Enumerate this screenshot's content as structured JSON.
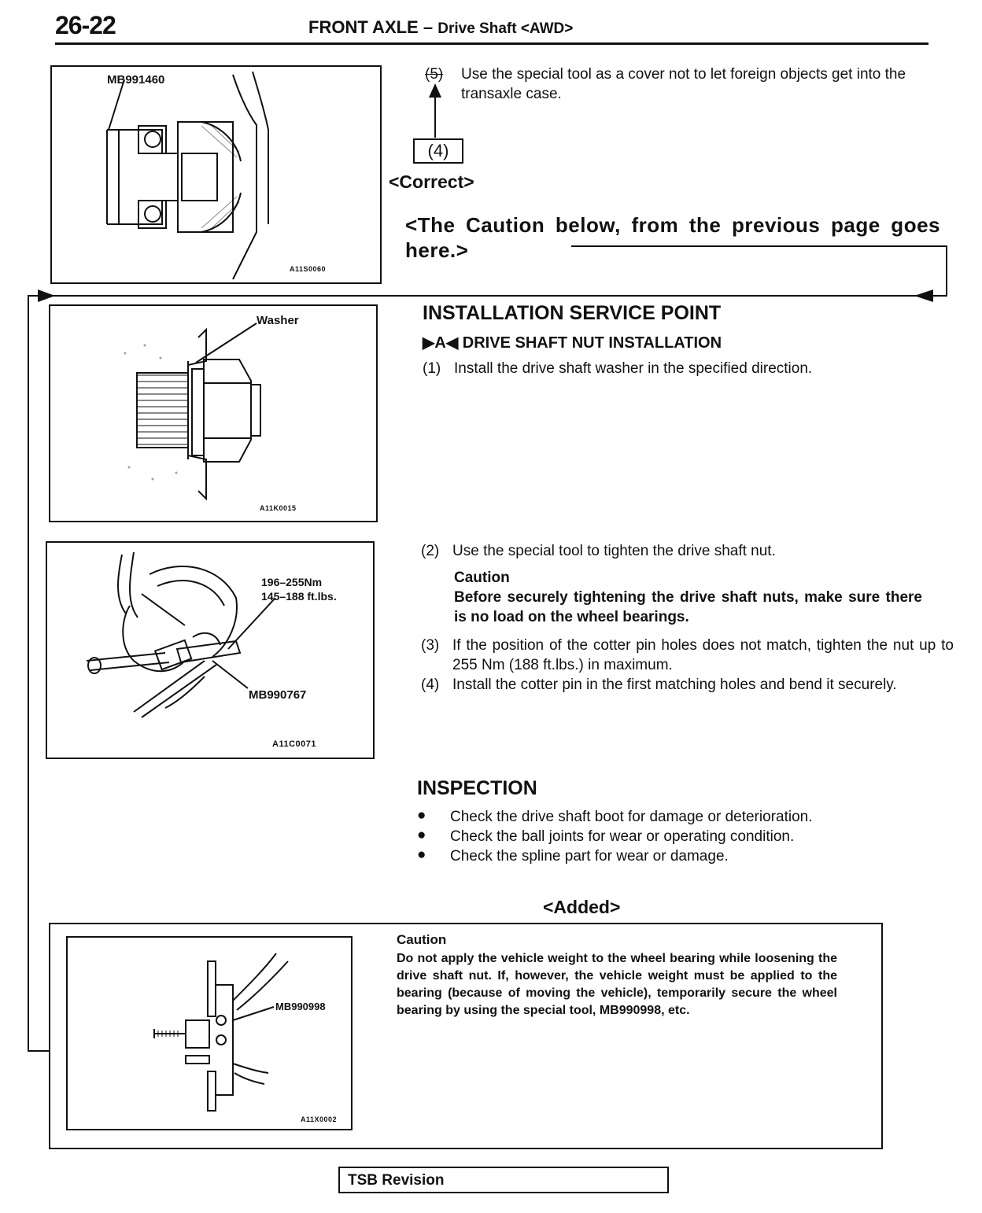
{
  "header": {
    "page_number": "26-22",
    "section": "FRONT AXLE",
    "dash": "–",
    "subtitle": "Drive Shaft <AWD>"
  },
  "figures": {
    "fig1": {
      "tool": "MB991460",
      "code": "A11S0060"
    },
    "fig2": {
      "label": "Washer",
      "code": "A11K0015"
    },
    "fig3": {
      "torque_nm": "196–255Nm",
      "torque_ftlbs": "145–188 ft.lbs.",
      "tool": "MB990767",
      "code": "A11C0071"
    },
    "fig4": {
      "tool": "MB990998",
      "code": "A11X0002"
    }
  },
  "top_note": {
    "step_marker": "(5)",
    "text": "Use the special tool as a cover not to let foreign objects get into the transaxle case.",
    "box": "(4)",
    "correct": "<Correct>",
    "move_note": "<The Caution below, from the previous page goes here.>"
  },
  "installation": {
    "heading": "INSTALLATION SERVICE POINT",
    "sub_marker": "A",
    "sub_heading": "DRIVE SHAFT NUT INSTALLATION",
    "step1_num": "(1)",
    "step1": "Install the drive shaft washer in the specified direction.",
    "step2_num": "(2)",
    "step2": "Use the special tool to tighten the drive shaft nut.",
    "caution_title": "Caution",
    "caution_text": "Before securely tightening the drive shaft nuts, make sure there is no load on the wheel bearings.",
    "step3_num": "(3)",
    "step3": "If the position of the cotter pin holes does not match, tighten the nut up to 255 Nm (188 ft.lbs.) in maximum.",
    "step4_num": "(4)",
    "step4": "Install the cotter pin in the first matching holes and bend it securely."
  },
  "inspection": {
    "heading": "INSPECTION",
    "items": [
      "Check the drive shaft boot for damage or deterioration.",
      "Check the ball joints for wear or operating condition.",
      "Check the spline part for wear or damage."
    ]
  },
  "added": {
    "label": "<Added>",
    "caution_title": "Caution",
    "caution_text": "Do not apply the vehicle weight to the wheel bearing while loosening the drive shaft nut. If, however, the vehicle weight must be applied to the bearing (because of moving the vehicle), temporarily secure the wheel bearing by using the special tool, MB990998, etc."
  },
  "footer": {
    "tsb": "TSB Revision"
  }
}
